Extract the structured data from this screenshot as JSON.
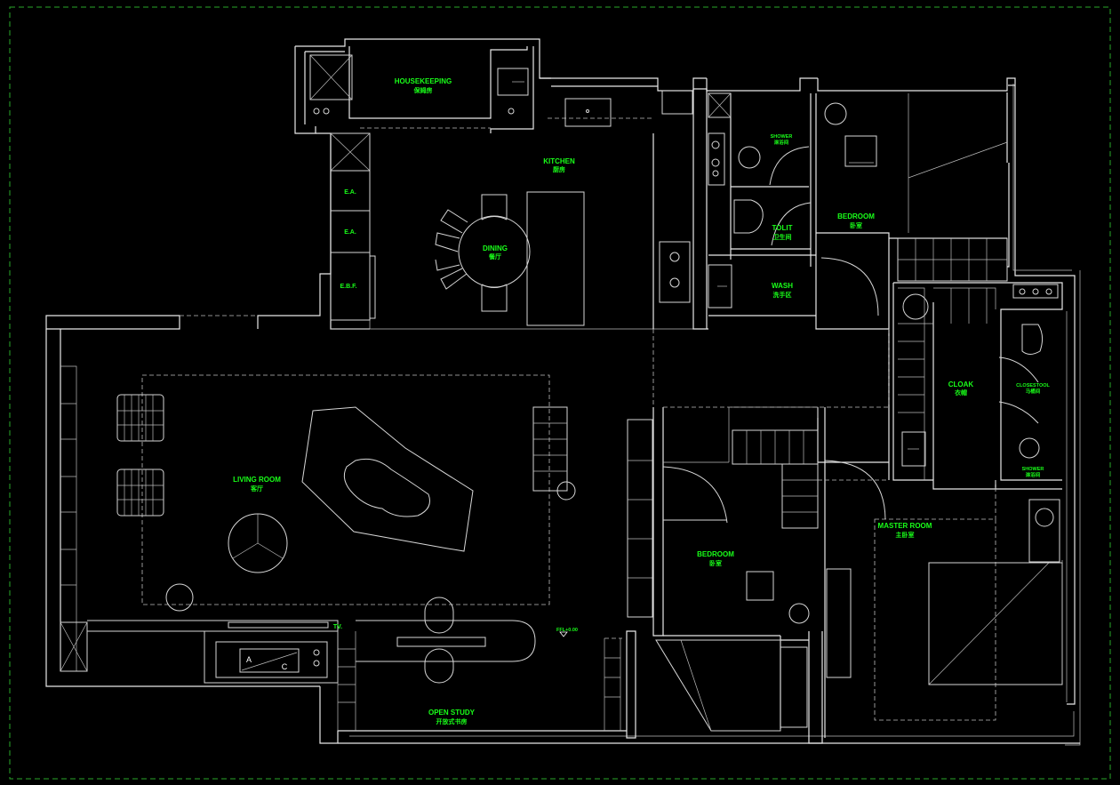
{
  "rooms": {
    "housekeeping": {
      "en": "HOUSEKEEPING",
      "cn": "保姆房"
    },
    "kitchen": {
      "en": "KITCHEN",
      "cn": "厨房"
    },
    "dining": {
      "en": "DINING",
      "cn": "餐厅"
    },
    "shower_top": {
      "en": "SHOWER",
      "cn": "淋浴间"
    },
    "toilet": {
      "en": "TOLIT",
      "cn": "卫生间"
    },
    "wash": {
      "en": "WASH",
      "cn": "洗手区"
    },
    "bedroom_ne": {
      "en": "BEDROOM",
      "cn": "卧室"
    },
    "cloak": {
      "en": "CLOAK",
      "cn": "衣帽"
    },
    "closestool": {
      "en": "CLOSESTOOL",
      "cn": "马桶间"
    },
    "shower_master": {
      "en": "SHOWER",
      "cn": "淋浴间"
    },
    "living": {
      "en": "LIVING ROOM",
      "cn": "客厅"
    },
    "bedroom_mid": {
      "en": "BEDROOM",
      "cn": "卧室"
    },
    "master": {
      "en": "MASTER ROOM",
      "cn": "主卧室"
    },
    "study": {
      "en": "OPEN STUDY",
      "cn": "开放式书房"
    }
  },
  "fixtures": {
    "ea1": "E.A.",
    "ea2": "E.A.",
    "ebf": "E.B.F.",
    "tv": "TV.",
    "ac_a": "A",
    "ac_c": "C",
    "level_mark": "FFL+0.00"
  },
  "colors": {
    "background": "#000000",
    "walls": "#e8e8e8",
    "labels": "#19ff19",
    "border": "#2aa82a"
  }
}
